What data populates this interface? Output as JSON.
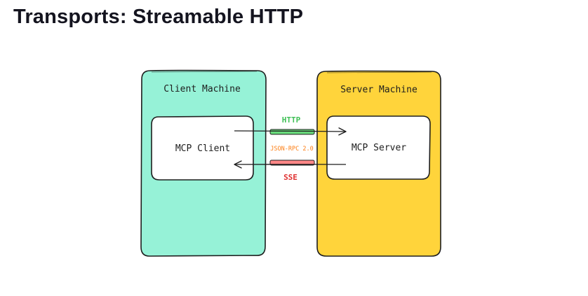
{
  "title": "Transports: Streamable HTTP",
  "diagram": {
    "client_machine": {
      "label": "Client Machine",
      "fill": "#96f2d7"
    },
    "server_machine": {
      "label": "Server Machine",
      "fill": "#ffd43b"
    },
    "client_box": {
      "label": "MCP Client"
    },
    "server_box": {
      "label": "MCP Server"
    },
    "http_label": {
      "text": "HTTP",
      "color": "#40c057"
    },
    "jsonrpc_label": {
      "text": "JSON-RPC 2.0",
      "color": "#fd7e14"
    },
    "sse_label": {
      "text": "SSE",
      "color": "#e03131"
    },
    "http_band_color": "#69db7c",
    "sse_band_color": "#ff8787"
  }
}
